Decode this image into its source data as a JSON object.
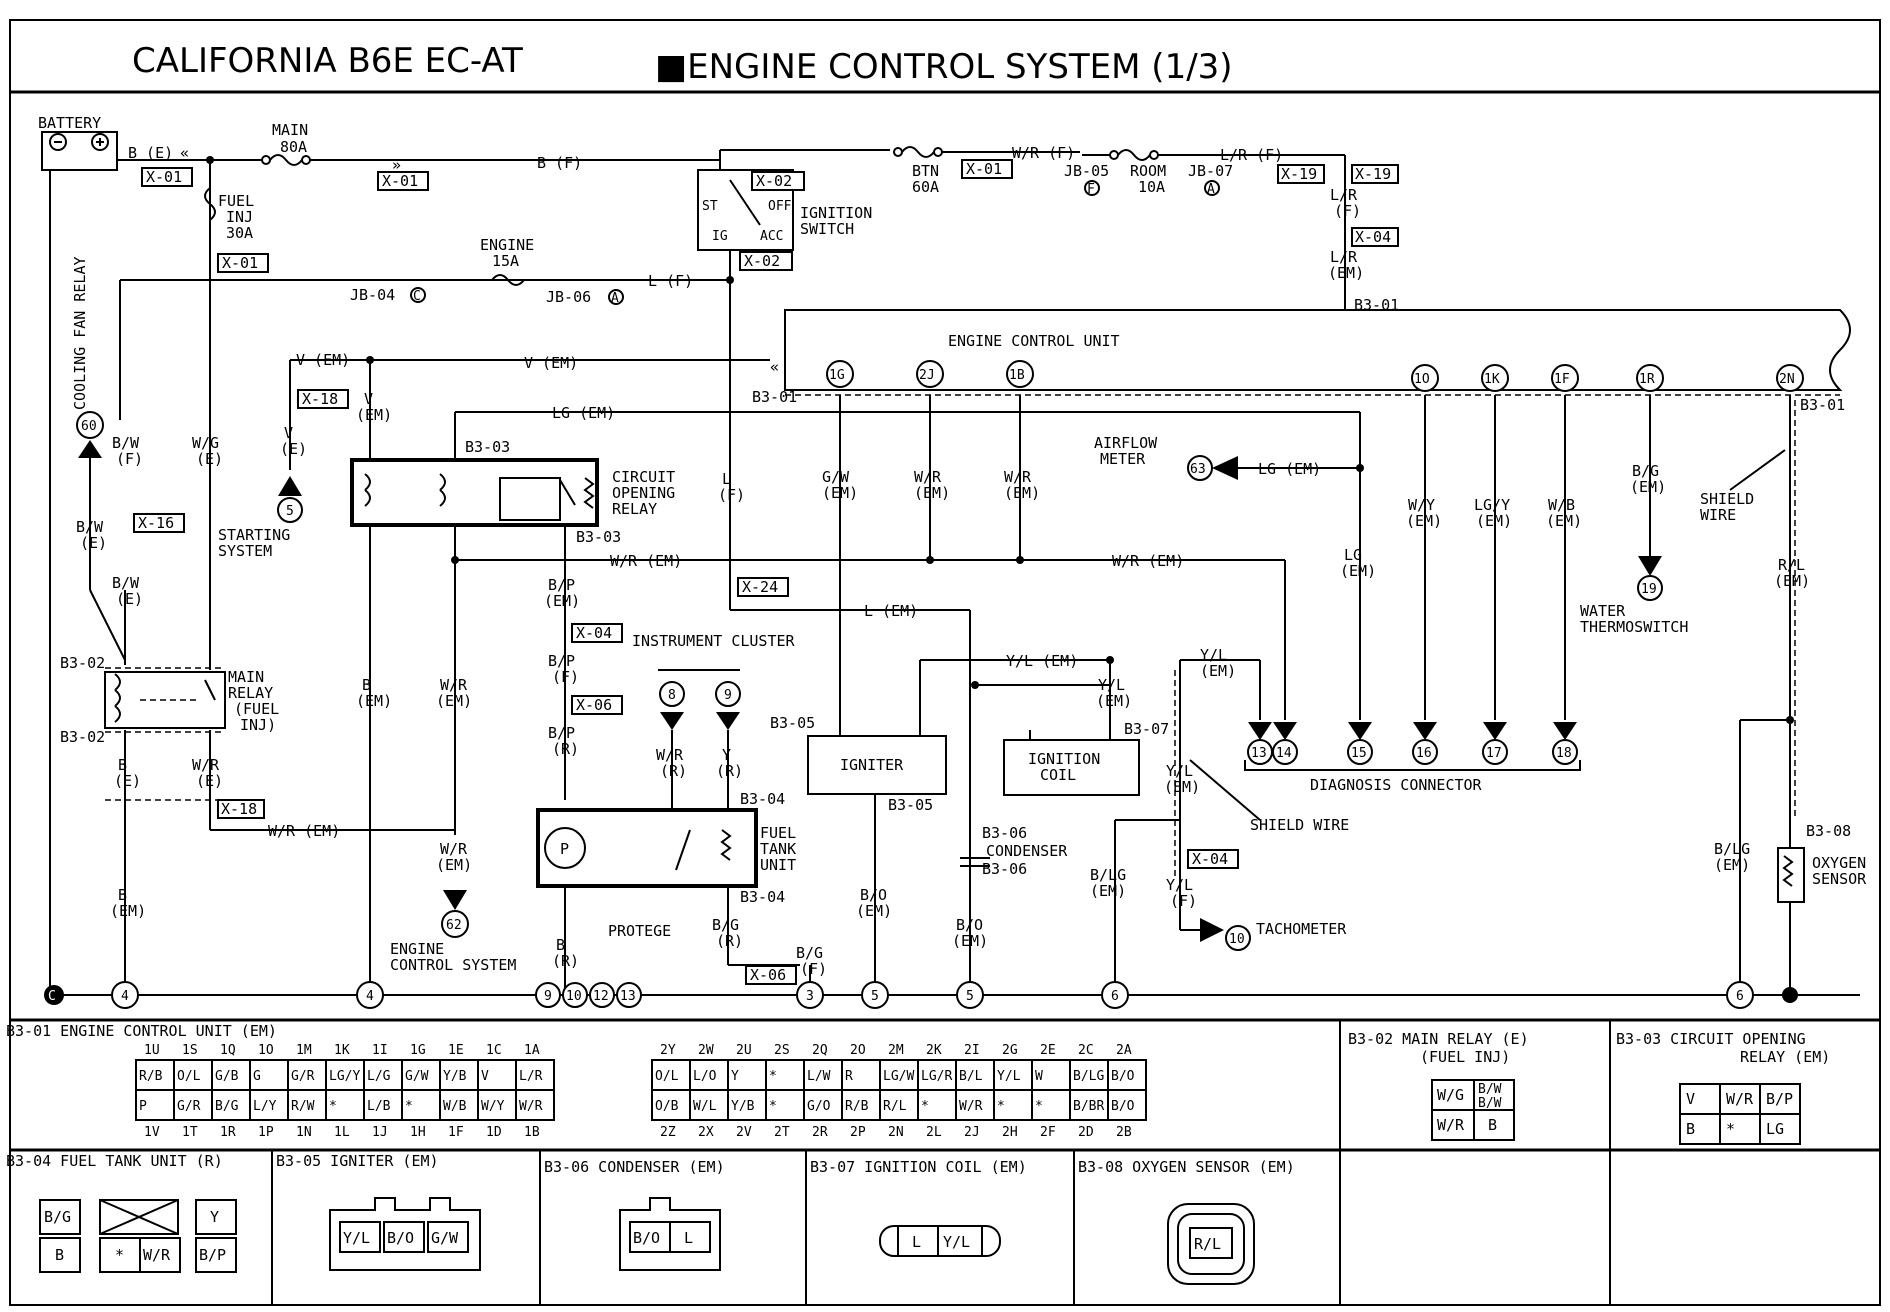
{
  "header": {
    "model": "CALIFORNIA B6E EC-AT",
    "system": "■ENGINE CONTROL SYSTEM (1/3)"
  },
  "labels": {
    "battery": "BATTERY",
    "main_fuse": "MAIN",
    "main_fuse_rating": "80A",
    "b_e": "B (E)",
    "b_f": "B (F)",
    "x01_a": "X-01",
    "x01_b": "X-01",
    "x01_c": "X-01",
    "x01_d": "X-01",
    "fuel_inj_fuse_1": "FUEL",
    "fuel_inj_fuse_2": "INJ",
    "fuel_inj_fuse_3": "30A",
    "btn_fuse_1": "BTN",
    "btn_fuse_2": "60A",
    "w_r_f": "W/R (F)",
    "room_fuse_1": "ROOM",
    "room_fuse_2": "10A",
    "jb05": "JB-05",
    "jb05_pin": "F",
    "jb07": "JB-07",
    "jb07_pin": "A",
    "l_r_f_top": "L/R (F)",
    "x19_a": "X-19",
    "x19_b": "X-19",
    "l_r": "L/R",
    "paren_f": "(F)",
    "x04_top": "X-04",
    "l_r_em": "L/R",
    "paren_em": "(EM)",
    "b301_top": "B3-01",
    "pin_1a": "1A",
    "x02_a": "X-02",
    "x02_b": "X-02",
    "ign_switch_1": "IGNITION",
    "ign_switch_2": "SWITCH",
    "sw_st": "ST",
    "sw_ig": "IG",
    "sw_off": "OFF",
    "sw_acc": "ACC",
    "engine_fuse_1": "ENGINE",
    "engine_fuse_2": "15A",
    "jb04": "JB-04",
    "jb04_pin": "C",
    "jb06": "JB-06",
    "jb06_pin": "A",
    "l_f": "L (F)",
    "cooling_fan_relay": "COOLING FAN RELAY",
    "pin_60": "60",
    "bw_f_1": "B/W",
    "bw_f_2": "(F)",
    "wg_e_1": "W/G",
    "wg_e_2": "(E)",
    "x16_a": "X-16",
    "bw_e_1": "B/W",
    "bw_e_2": "(E)",
    "bw_e2_1": "B/W",
    "bw_e2_2": "(E)",
    "b302_top": "B3-02",
    "b302_bot": "B3-02",
    "main_relay_1": "MAIN",
    "main_relay_2": "RELAY",
    "main_relay_3": "(FUEL",
    "main_relay_4": "INJ)",
    "b_e_low_1": "B",
    "b_e_low_2": "(E)",
    "wr_e_1": "W/R",
    "wr_e_2": "(E)",
    "x18_low": "X-18",
    "wr_em_low": "W/R (EM)",
    "b_em_low_1": "B",
    "b_em_low_2": "(EM)",
    "v_em_top": "V (EM)",
    "v_em_mid": "V (EM)",
    "x18_top": "X-18",
    "v_e_1": "V",
    "v_e_2": "(E)",
    "v_em2_1": "V",
    "v_em2_2": "(EM)",
    "pin_5_start": "5",
    "starting_1": "STARTING",
    "starting_2": "SYSTEM",
    "pin_1c": "1C",
    "b301_left": "B3-01",
    "ecu": "ENGINE CONTROL UNIT",
    "lg_em_top": "LG (EM)",
    "b303_top": "B3-03",
    "b303_bot": "B3-03",
    "cor_1": "CIRCUIT",
    "cor_2": "OPENING",
    "cor_3": "RELAY",
    "wr_em_mid": "W/R (EM)",
    "wr_em_right": "W/R (EM)",
    "b_em_mid_1": "B",
    "b_em_mid_2": "(EM)",
    "wr_em_v_1": "W/R",
    "wr_em_v_2": "(EM)",
    "l_f_v_1": "L",
    "l_f_v_2": "(F)",
    "x24": "X-24",
    "bp_em_1": "B/P",
    "bp_em_2": "(EM)",
    "x04_mid": "X-04",
    "bp_f_1": "B/P",
    "bp_f_2": "(F)",
    "x06_mid": "X-06",
    "bp_r_1": "B/P",
    "bp_r_2": "(R)",
    "instrument_cluster": "INSTRUMENT CLUSTER",
    "pin_8": "8",
    "pin_9": "9",
    "wr_r_1": "W/R",
    "wr_r_2": "(R)",
    "y_r_1": "Y",
    "y_r_2": "(R)",
    "b304_top": "B3-04",
    "b304_bot": "B3-04",
    "fuel_tank_1": "FUEL",
    "fuel_tank_2": "TANK",
    "fuel_tank_3": "UNIT",
    "pump": "P",
    "wr_em_62_1": "W/R",
    "wr_em_62_2": "(EM)",
    "pin_62": "62",
    "ecs_1": "ENGINE",
    "ecs_2": "CONTROL SYSTEM",
    "b_r_1": "B",
    "b_r_2": "(R)",
    "protege": "PROTEGE",
    "bg_r_1": "B/G",
    "bg_r_2": "(R)",
    "bg_f_1": "B/G",
    "bg_f_2": "(F)",
    "x06_low": "X-06",
    "pin_1g": "1G",
    "pin_2j": "2J",
    "pin_1b": "1B",
    "gw_em_1": "G/W",
    "gw_em_2": "(EM)",
    "wr_em_2j_1": "W/R",
    "wr_em_2j_2": "(EM)",
    "wr_em_1b_1": "W/R",
    "wr_em_1b_2": "(EM)",
    "l_em": "L (EM)",
    "b305_top": "B3-05",
    "b305_bot": "B3-05",
    "igniter": "IGNITER",
    "bo_em_1": "B/O",
    "bo_em_2": "(EM)",
    "yl_em": "Y/L (EM)",
    "yl_em_v_1": "Y/L",
    "yl_em_v_2": "(EM)",
    "b307": "B3-07",
    "ign_coil_1": "IGNITION",
    "ign_coil_2": "COIL",
    "b306_top": "B3-06",
    "b306_bot": "B3-06",
    "condenser": "CONDENSER",
    "bo_em2_1": "B/O",
    "bo_em2_2": "(EM)",
    "airflow_1": "AIRFLOW",
    "airflow_2": "METER",
    "pin_63": "63",
    "lg_em_af": "LG (EM)",
    "lg_em_v_1": "LG",
    "lg_em_v_2": "(EM)",
    "yl_em_r_1": "Y/L",
    "yl_em_r_2": "(EM)",
    "yl_em_r2_1": "Y/L",
    "yl_em_r2_2": "(EM)",
    "x04_low": "X-04",
    "yl_f_1": "Y/L",
    "yl_f_2": "(F)",
    "pin_10_tach": "10",
    "tachometer": "TACHOMETER",
    "shield_wire": "SHIELD WIRE",
    "blg_em_1": "B/LG",
    "blg_em_2": "(EM)",
    "pin_1o": "1O",
    "pin_1k": "1K",
    "pin_1f": "1F",
    "pin_1r": "1R",
    "pin_2n": "2N",
    "b301_right": "B3-01",
    "wy_em_1": "W/Y",
    "wy_em_2": "(EM)",
    "lgy_em_1": "LG/Y",
    "lgy_em_2": "(EM)",
    "wb_em_1": "W/B",
    "wb_em_2": "(EM)",
    "bg_em_1": "B/G",
    "bg_em_2": "(EM)",
    "pin_19": "19",
    "water_1": "WATER",
    "water_2": "THERMOSWITCH",
    "shield_wire2_1": "SHIELD",
    "shield_wire2_2": "WIRE",
    "rl_em_1": "R/L",
    "rl_em_2": "(EM)",
    "diag_13": "13",
    "diag_14": "14",
    "diag_15": "15",
    "diag_16": "16",
    "diag_17": "17",
    "diag_18": "18",
    "diag_conn": "DIAGNOSIS CONNECTOR",
    "b308": "B3-08",
    "blg_em2_1": "B/LG",
    "blg_em2_2": "(EM)",
    "o2_1": "OXYGEN",
    "o2_2": "SENSOR",
    "gnd_4a": "4",
    "gnd_4b": "4",
    "gnd_9": "9",
    "gnd_10": "10",
    "gnd_12": "12",
    "gnd_13": "13",
    "gnd_3": "3",
    "gnd_5a": "5",
    "gnd_5b": "5",
    "gnd_6a": "6",
    "gnd_6b": "6",
    "gnd_c": "C"
  },
  "connectors": {
    "b301": {
      "title": "B3-01 ENGINE CONTROL UNIT (EM)",
      "top_pins_left": [
        "1U",
        "1S",
        "1Q",
        "1O",
        "1M",
        "1K",
        "1I",
        "1G",
        "1E",
        "1C",
        "1A"
      ],
      "row1_left": [
        "R/B",
        "O/L",
        "G/B",
        "G",
        "G/R",
        "LG/Y",
        "L/G",
        "G/W",
        "Y/B",
        "V",
        "L/R"
      ],
      "row2_left": [
        "P",
        "G/R",
        "B/G",
        "L/Y",
        "R/W",
        "*",
        "L/B",
        "*",
        "W/B",
        "W/Y",
        "W/R"
      ],
      "bot_pins_left": [
        "1V",
        "1T",
        "1R",
        "1P",
        "1N",
        "1L",
        "1J",
        "1H",
        "1F",
        "1D",
        "1B"
      ],
      "top_pins_right": [
        "2Y",
        "2W",
        "2U",
        "2S",
        "2Q",
        "2O",
        "2M",
        "2K",
        "2I",
        "2G",
        "2E",
        "2C",
        "2A"
      ],
      "row1_right": [
        "O/L",
        "L/O",
        "Y",
        "*",
        "L/W",
        "R",
        "LG/W",
        "LG/R",
        "B/L",
        "Y/L",
        "W",
        "B/LG",
        "B/O"
      ],
      "row2_right": [
        "O/B",
        "W/L",
        "Y/B",
        "*",
        "G/O",
        "R/B",
        "R/L",
        "*",
        "W/R",
        "*",
        "*",
        "B/BR",
        "B/O"
      ],
      "bot_pins_right": [
        "2Z",
        "2X",
        "2V",
        "2T",
        "2R",
        "2P",
        "2N",
        "2L",
        "2J",
        "2H",
        "2F",
        "2D",
        "2B"
      ]
    },
    "b302": {
      "title_1": "B3-02 MAIN RELAY (E)",
      "title_2": "(FUEL INJ)",
      "cells": [
        "W/G",
        "B/W",
        "B/W",
        "W/R",
        "B"
      ]
    },
    "b303": {
      "title_1": "B3-03 CIRCUIT OPENING",
      "title_2": "RELAY (EM)",
      "cells": [
        "V",
        "W/R",
        "B/P",
        "B",
        "*",
        "LG"
      ]
    },
    "b304": {
      "title": "B3-04 FUEL TANK UNIT (R)",
      "cells": [
        "B/G",
        "Y",
        "B",
        "*",
        "W/R",
        "B/P"
      ]
    },
    "b305": {
      "title": "B3-05 IGNITER (EM)",
      "cells": [
        "Y/L",
        "B/O",
        "G/W"
      ]
    },
    "b306": {
      "title": "B3-06 CONDENSER (EM)",
      "cells": [
        "B/O",
        "L"
      ]
    },
    "b307": {
      "title": "B3-07 IGNITION COIL (EM)",
      "cells": [
        "L",
        "Y/L"
      ]
    },
    "b308": {
      "title": "B3-08 OXYGEN SENSOR (EM)",
      "cells": [
        "R/L"
      ]
    }
  }
}
